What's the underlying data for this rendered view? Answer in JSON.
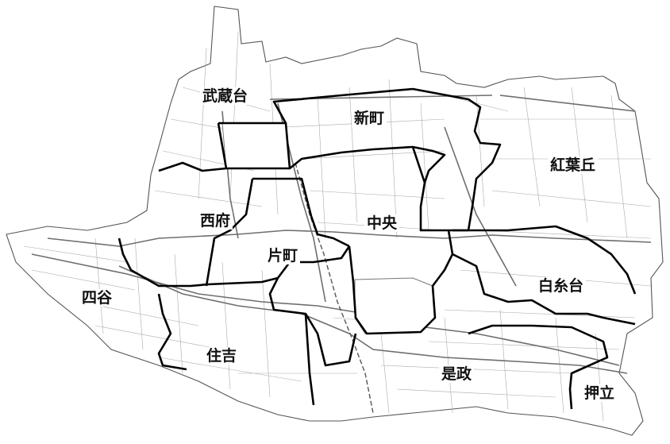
{
  "districts": [
    {
      "id": "musashidai",
      "label": "武蔵台"
    },
    {
      "id": "shinmachi",
      "label": "新町"
    },
    {
      "id": "momijigaoka",
      "label": "紅葉丘"
    },
    {
      "id": "nishifu",
      "label": "西府"
    },
    {
      "id": "chuo",
      "label": "中央"
    },
    {
      "id": "katamachi",
      "label": "片町"
    },
    {
      "id": "yotsuya",
      "label": "四谷"
    },
    {
      "id": "shiraitodai",
      "label": "白糸台"
    },
    {
      "id": "sumiyoshi",
      "label": "住吉"
    },
    {
      "id": "koremasa",
      "label": "是政"
    },
    {
      "id": "oshitate",
      "label": "押立"
    }
  ]
}
